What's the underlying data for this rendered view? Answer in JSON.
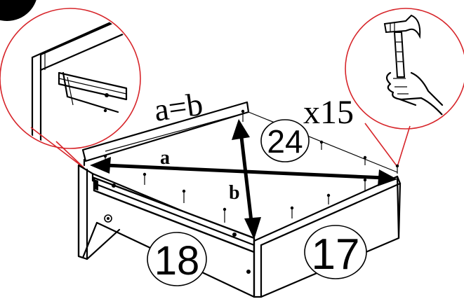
{
  "step": {
    "marker": ""
  },
  "labels": {
    "equation": "a=b",
    "diag_a": "a",
    "diag_b": "b",
    "nail_count": "x15"
  },
  "part_numbers": {
    "back_panel": "24",
    "side_panel": "18",
    "front_panel": "17"
  },
  "icons": [
    "hammer-icon",
    "hand-icon",
    "nail-icon",
    "double-arrow-icon",
    "screw-icon"
  ],
  "colors": {
    "callout": "#d7262b",
    "line": "#000000",
    "background": "#ffffff"
  }
}
